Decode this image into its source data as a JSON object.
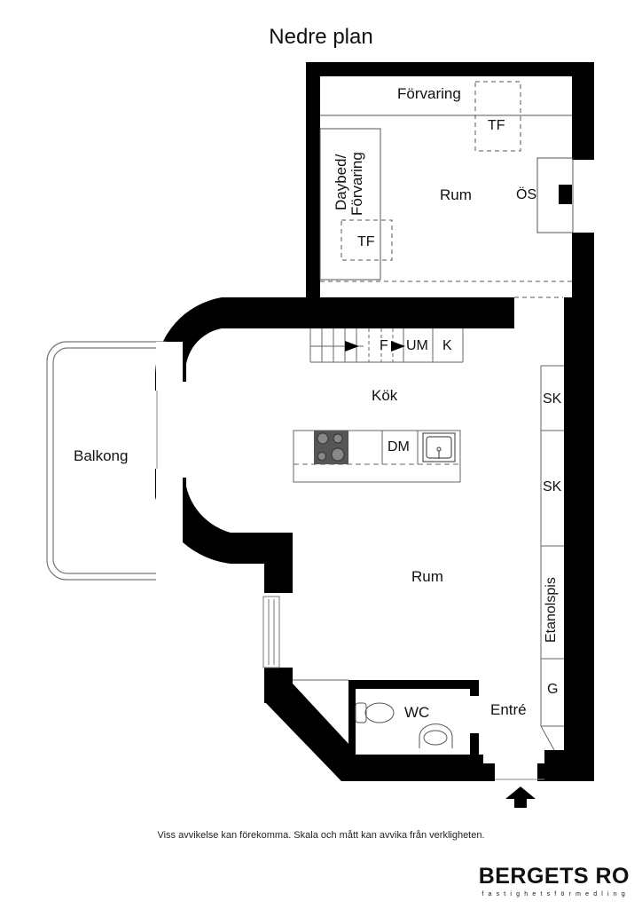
{
  "title": "Nedre plan",
  "upper_room": {
    "storage_label": "Förvaring",
    "tf_top": "TF",
    "room_label": "Rum",
    "os_label": "ÖS",
    "daybed_line1": "Daybed/",
    "daybed_line2": "Förvaring",
    "tf_left": "TF"
  },
  "kitchen": {
    "room_label": "Kök",
    "stair_f": "F",
    "um": "UM",
    "k": "K",
    "dm": "DM",
    "hob_icon": "hob-icon",
    "sink_icon": "sink-icon"
  },
  "balcony": {
    "label": "Balkong"
  },
  "main_room": {
    "label": "Rum"
  },
  "wardrobes": {
    "sk1": "SK",
    "sk2": "SK",
    "stove": "Etanolspis",
    "g": "G"
  },
  "wc": {
    "label": "WC",
    "toilet_icon": "toilet-icon",
    "basin_icon": "basin-icon"
  },
  "entry": {
    "label": "Entré",
    "arrow_icon": "entrance-arrow-icon"
  },
  "footer": {
    "disclaimer": "Viss avvikelse kan förekomma. Skala och mått kan avvika från verkligheten.",
    "brand": "BERGETS RO",
    "brand_sub": "fastighetsförmedling"
  },
  "colors": {
    "wall": "#000000",
    "line": "#555555",
    "hob": "#555555"
  }
}
